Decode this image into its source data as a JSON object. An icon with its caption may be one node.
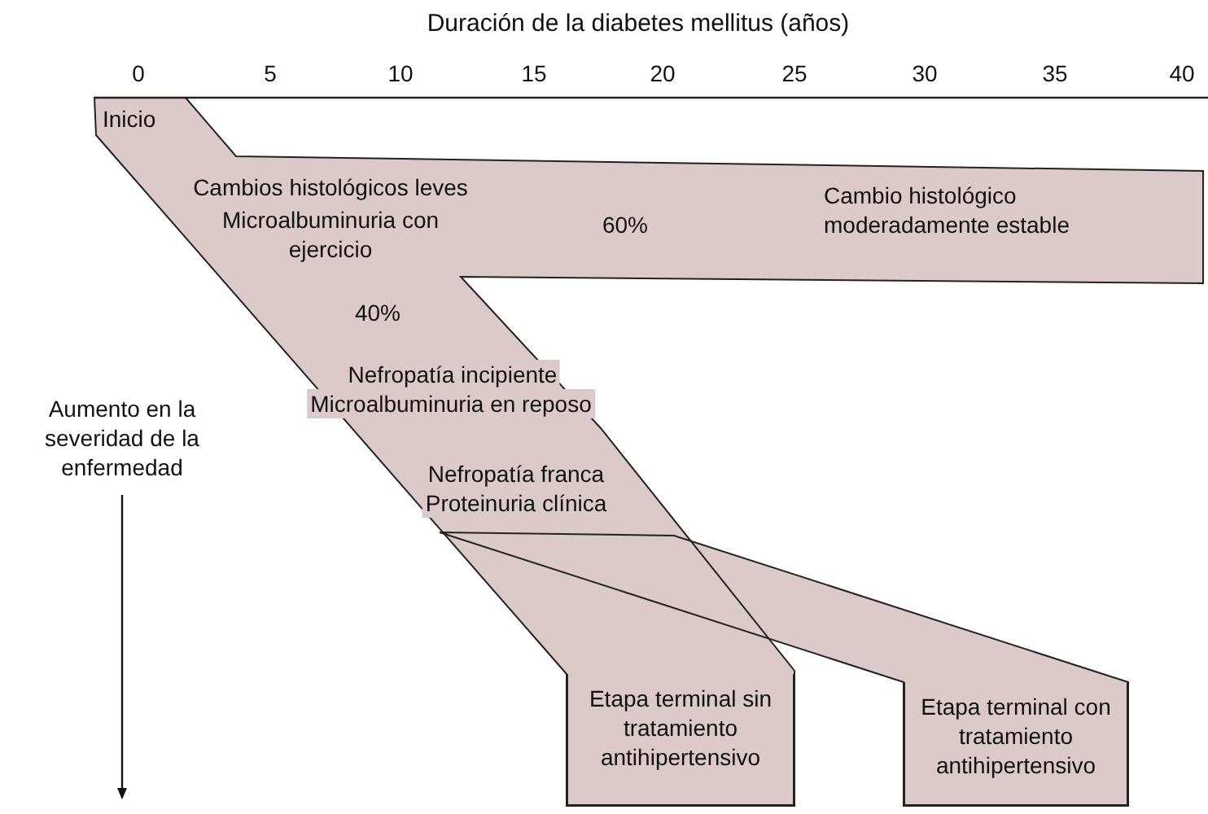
{
  "diagram": {
    "title": "Duración de la diabetes mellitus (años)",
    "nodes": [
      {
        "text": [
          "Etapa terminal sin tratamiento antihipertensivo"
        ]
      },
      {
        "text": [
          "Etapa terminal con tratamiento antihipertensivo"
        ]
      }
    ],
    "labels": [
      "0",
      "5",
      "10",
      "15",
      "20",
      "25",
      "30",
      "35",
      "40",
      "Inicio",
      "Cambios histológicos leves",
      "Microalbuminuria con ejercicio",
      "60%",
      "Cambio histológico moderadamente estable",
      "40%",
      "Nefropatía incipiente",
      "Microalbuminuria en reposo",
      "Aumento en la severidad de la enfermedad",
      "Nefropatía franca",
      "Proteinuria clínica"
    ]
  }
}
